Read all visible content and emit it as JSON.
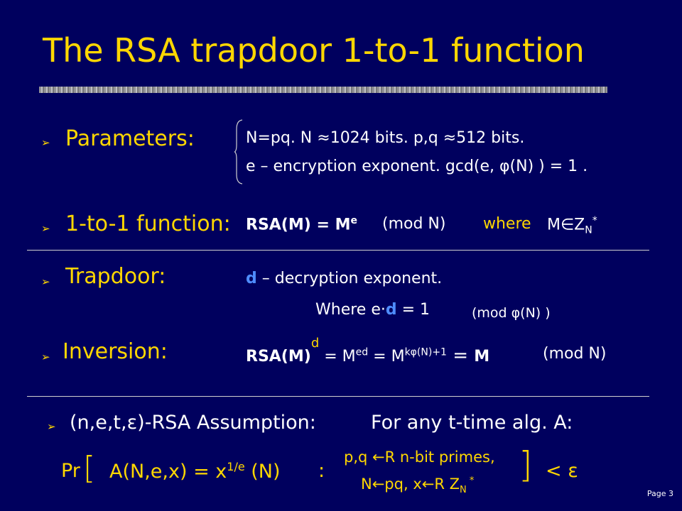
{
  "slide": {
    "title": "The RSA trapdoor 1-to-1 function",
    "bullet_symbol": "➢",
    "page": "Page 3"
  },
  "parameters": {
    "label": "Parameters:",
    "line1": "N=pq.    N ≈1024 bits.    p,q ≈512 bits.",
    "line2": "e – encryption exponent.    gcd(e,  φ(N) ) = 1 ."
  },
  "function": {
    "label": "1-to-1 function:",
    "lhs": "RSA(M)  = M",
    "sup": "e",
    "mod": "(mod N)",
    "where": "where",
    "domain": "M∈Z",
    "domain_sub": "N",
    "domain_sup": "*"
  },
  "trapdoor": {
    "label": "Trapdoor:",
    "d": "d",
    "text": " – decryption exponent.",
    "where": "Where    e·",
    "where_d": "d",
    "where_rest": " = 1",
    "mod": "(mod  φ(N) )"
  },
  "inversion": {
    "label": "Inversion:",
    "lhs": "RSA(M)",
    "lhs_sup": "d",
    "eq1": " = M",
    "sup1": "ed",
    "eq2": " = M",
    "sup2": "kφ(N)+1",
    "eq3": " = ",
    "result": "M",
    "mod": "(mod N)"
  },
  "assumption": {
    "label": "(n,e,t,ε)-RSA Assumption:",
    "text": "For any t-time alg. A:"
  },
  "formula": {
    "pr": "Pr",
    "lbracket": "[",
    "body": "A(N,e,x) = x",
    "exp": "1/e",
    "mod": " (N)",
    "colon": ":",
    "cond1": "p,q ←R n-bit primes,",
    "cond2": "N←pq,   x←R Z",
    "cond2_sub": "N",
    "cond2_sup": " *",
    "rbracket": "]",
    "tail": "<  ε"
  }
}
